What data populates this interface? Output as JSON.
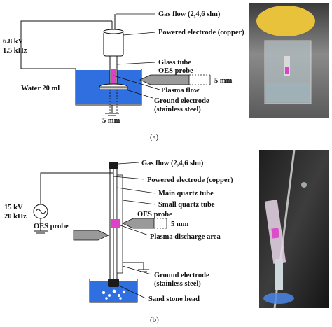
{
  "figure_a": {
    "voltage": "6.8 kV",
    "frequency": "1.5 kHz",
    "gas_flow": "Gas flow (2,4,6 slm)",
    "powered_electrode": "Powered electrode (copper)",
    "glass_tube": "Glass tube",
    "oes_probe": "OES probe",
    "distance": "5 mm",
    "water": "Water 20 ml",
    "plasma_flow": "Plasma flow",
    "ground_electrode_1": "Ground electrode",
    "ground_electrode_2": "(stainless steel)",
    "gap": "5 mm",
    "caption": "(a)"
  },
  "figure_b": {
    "gas_flow": "Gas flow (2,4,6 slm)",
    "powered_electrode": "Powered electrode (copper)",
    "main_quartz": "Main quartz tube",
    "small_quartz": "Small quartz tube",
    "voltage": "15 kV",
    "frequency": "20 kHz",
    "oes_probe_left": "OES probe",
    "oes_probe_right": "OES probe",
    "distance": "5 mm",
    "plasma_area": "Plasma discharge area",
    "ground_electrode_1": "Ground electrode",
    "ground_electrode_2": "(stainless steel)",
    "sand_stone": "Sand stone head",
    "caption": "(b)"
  },
  "colors": {
    "water": "#2f6fe0",
    "plasma": "#e040c8",
    "probe": "#9a9a9a",
    "photo_dark": "#2a2a2a"
  }
}
